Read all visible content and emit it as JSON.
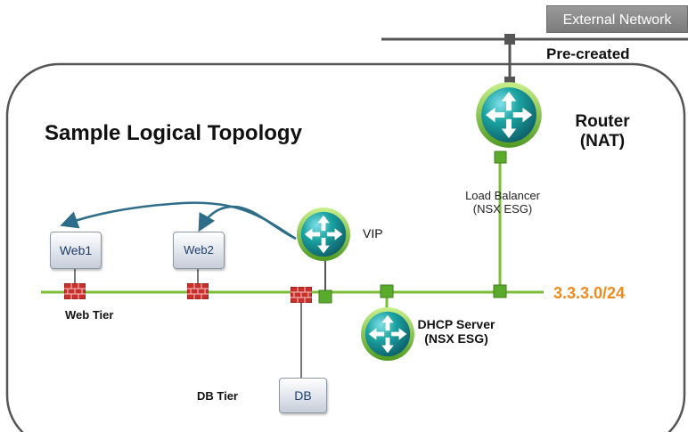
{
  "external_network": {
    "label": "External Network"
  },
  "precreated": {
    "label": "Pre-created"
  },
  "diagram_title": "Sample Logical Topology",
  "router": {
    "line1": "Router",
    "line2": "(NAT)"
  },
  "load_balancer": {
    "line1": "Load Balancer",
    "line2": "(NSX ESG)"
  },
  "vip": {
    "label": "VIP"
  },
  "subnet": {
    "label": "3.3.3.0/24"
  },
  "dhcp": {
    "line1": "DHCP Server",
    "line2": "(NSX ESG)"
  },
  "web_tier": {
    "label": "Web Tier"
  },
  "db_tier": {
    "label": "DB Tier"
  },
  "hosts": {
    "web1": "Web1",
    "web2": "Web2",
    "db": "DB"
  },
  "colors": {
    "network_line": "#7cbd3a",
    "subnet_text": "#f08a1c",
    "arrow": "#2e6d8a",
    "firewall": "#c9302c"
  }
}
